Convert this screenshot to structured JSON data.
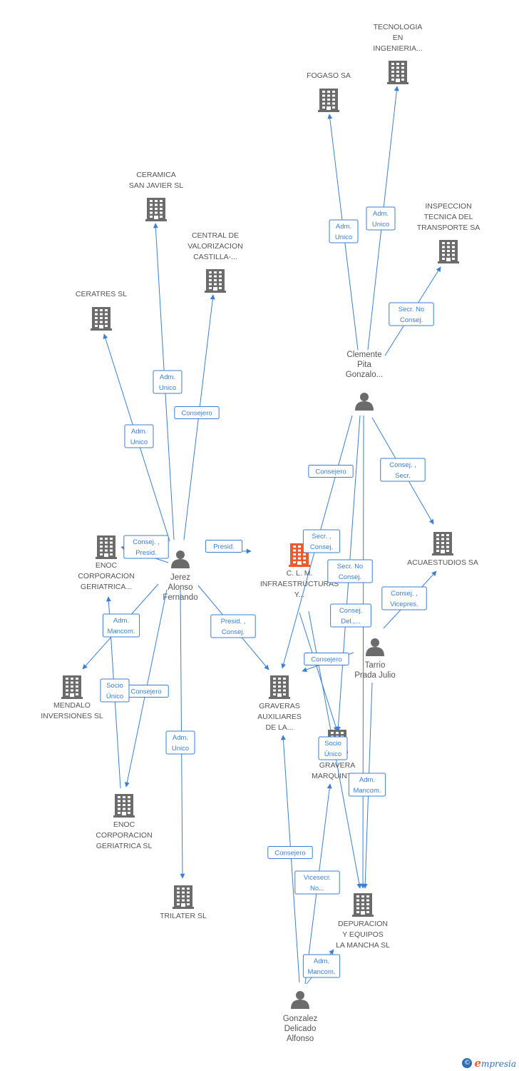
{
  "nodes": [
    {
      "id": "tecnologia",
      "kind": "company",
      "label": [
        "TECNOLOGIA",
        "EN",
        "INGENIERIA..."
      ]
    },
    {
      "id": "fogaso",
      "kind": "company",
      "label": [
        "FOGASO SA"
      ]
    },
    {
      "id": "inspeccion",
      "kind": "company",
      "label": [
        "INSPECCION",
        "TECNICA DEL",
        "TRANSPORTE SA"
      ]
    },
    {
      "id": "ceramica",
      "kind": "company",
      "label": [
        "CERAMICA",
        "SAN JAVIER SL"
      ]
    },
    {
      "id": "central",
      "kind": "company",
      "label": [
        "CENTRAL DE",
        "VALORIZACION",
        "CASTILLA-..."
      ]
    },
    {
      "id": "ceratres",
      "kind": "company",
      "label": [
        "CERATRES SL"
      ]
    },
    {
      "id": "clemente",
      "kind": "person",
      "label": [
        "Clemente",
        "Pita",
        "Gonzalo..."
      ]
    },
    {
      "id": "enoc1",
      "kind": "company",
      "label": [
        "ENOC",
        "CORPORACION",
        "GERIATRICA..."
      ]
    },
    {
      "id": "jerez",
      "kind": "person",
      "label": [
        "Jerez",
        "Alonso",
        "Fernando"
      ]
    },
    {
      "id": "clm",
      "kind": "focus",
      "label": [
        "C. L. M.",
        "INFRAESTRUCTURAS",
        "Y..."
      ]
    },
    {
      "id": "acuaestudios",
      "kind": "company",
      "label": [
        "ACUAESTUDIOS SA"
      ]
    },
    {
      "id": "tarrio",
      "kind": "person",
      "label": [
        "Tarrio",
        "Prada Julio"
      ]
    },
    {
      "id": "mendalo",
      "kind": "company",
      "label": [
        "MENDALO",
        "INVERSIONES SL"
      ]
    },
    {
      "id": "graveras",
      "kind": "company",
      "label": [
        "GRAVERAS",
        "AUXILIARES",
        "DE LA..."
      ]
    },
    {
      "id": "gravera",
      "kind": "company",
      "label": [
        "GRAVERA",
        "MARQUINTE..."
      ]
    },
    {
      "id": "enoc2",
      "kind": "company",
      "label": [
        "ENOC",
        "CORPORACION",
        "GERIATRICA SL"
      ]
    },
    {
      "id": "trilater",
      "kind": "company",
      "label": [
        "TRILATER SL"
      ]
    },
    {
      "id": "depuracion",
      "kind": "company",
      "label": [
        "DEPURACION",
        "Y EQUIPOS",
        "LA MANCHA SL"
      ]
    },
    {
      "id": "gonzalez",
      "kind": "person",
      "label": [
        "Gonzalez",
        "Delicado",
        "Alfonso"
      ]
    }
  ],
  "edges": [
    {
      "from": "clemente",
      "to": "fogaso",
      "label": [
        "Adm.",
        "Unico"
      ]
    },
    {
      "from": "clemente",
      "to": "tecnologia",
      "label": [
        "Adm.",
        "Unico"
      ]
    },
    {
      "from": "clemente",
      "to": "inspeccion",
      "label": [
        "Secr.  No",
        "Consej."
      ]
    },
    {
      "from": "clemente",
      "to": "graveras",
      "label": [
        "Consejero"
      ]
    },
    {
      "from": "clemente",
      "to": "gravera",
      "label": [
        "Secr. ,",
        "Consej."
      ]
    },
    {
      "from": "clemente",
      "to": "depuracion",
      "label": [
        "Secr.  No",
        "Consej."
      ]
    },
    {
      "from": "clemente",
      "to": "acuaestudios",
      "label": [
        "Consej. ,",
        "Secr."
      ]
    },
    {
      "from": "jerez",
      "to": "ceramica",
      "label": [
        "Adm.",
        "Unico"
      ]
    },
    {
      "from": "jerez",
      "to": "central",
      "label": [
        "Consejero"
      ]
    },
    {
      "from": "jerez",
      "to": "ceratres",
      "label": [
        "Adm.",
        "Unico"
      ]
    },
    {
      "from": "jerez",
      "to": "enoc1",
      "label": [
        "Consej. ,",
        "Presid."
      ]
    },
    {
      "from": "jerez",
      "to": "clm",
      "label": [
        "Presid."
      ]
    },
    {
      "from": "jerez",
      "to": "mendalo",
      "label": [
        "Adm.",
        "Mancom."
      ]
    },
    {
      "from": "jerez",
      "to": "enoc2",
      "label": [
        "Consejero"
      ]
    },
    {
      "from": "jerez",
      "to": "graveras",
      "label": [
        "Presid. ,",
        "Consej."
      ]
    },
    {
      "from": "jerez",
      "to": "trilater",
      "label": [
        "Adm.",
        "Unico"
      ]
    },
    {
      "from": "enoc2",
      "to": "enoc1",
      "label": [
        "Socio",
        "Único"
      ]
    },
    {
      "from": "tarrio",
      "to": "acuaestudios",
      "label": [
        "Consej. ,",
        "Vicepres."
      ]
    },
    {
      "from": "tarrio",
      "to": "graveras",
      "label": [
        "Consejero"
      ]
    },
    {
      "from": "tarrio",
      "to": "depuracion",
      "label": [
        "Adm.",
        "Mancom."
      ]
    },
    {
      "from": "clm",
      "to": "depuracion",
      "label": [
        "Consej.",
        "Del.,..."
      ]
    },
    {
      "from": "clm",
      "to": "gravera",
      "label": [
        "Socio",
        "Único"
      ]
    },
    {
      "from": "gonzalez",
      "to": "graveras",
      "label": [
        "Consejero"
      ]
    },
    {
      "from": "gonzalez",
      "to": "gravera",
      "label": [
        "Vicesecr.",
        "No..."
      ]
    },
    {
      "from": "gonzalez",
      "to": "depuracion",
      "label": [
        "Adm.",
        "Mancom."
      ]
    }
  ],
  "footer": {
    "copyright_symbol": "©",
    "brand_first": "e",
    "brand_rest": "mpresia"
  }
}
